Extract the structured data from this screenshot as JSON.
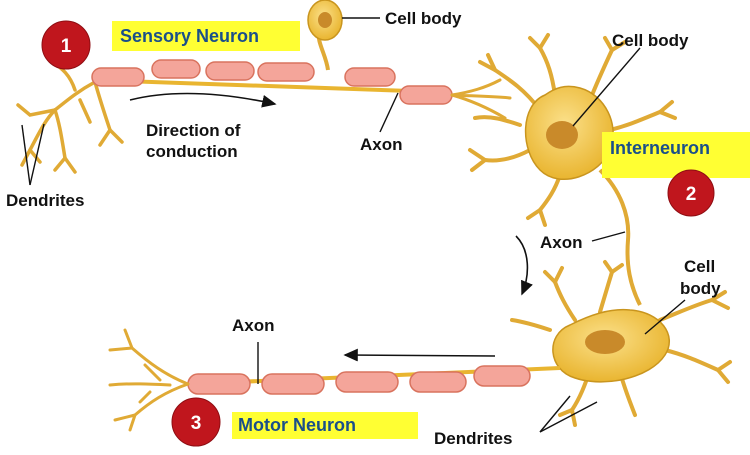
{
  "labels": {
    "cell_body_1": "Cell body",
    "cell_body_2": "Cell body",
    "cell_body_3_line1": "Cell",
    "cell_body_3_line2": "body",
    "axon_1": "Axon",
    "axon_2": "Axon",
    "axon_3": "Axon",
    "dendrites_1": "Dendrites",
    "dendrites_2": "Dendrites",
    "direction_line1": "Direction of",
    "direction_line2": "conduction"
  },
  "neurons": [
    {
      "number": "1",
      "name": "Sensory Neuron"
    },
    {
      "number": "2",
      "name": "Interneuron"
    },
    {
      "number": "3",
      "name": "Motor Neuron"
    }
  ],
  "colors": {
    "neuron_fill": "#f2c94c",
    "neuron_stroke": "#c9951e",
    "myelin_fill": "#f4a59a",
    "myelin_stroke": "#d9735e",
    "nucleus": "#c98a2a",
    "badge": "#c0161d",
    "highlight": "#ffff33",
    "tag_text": "#1a4f8a"
  }
}
